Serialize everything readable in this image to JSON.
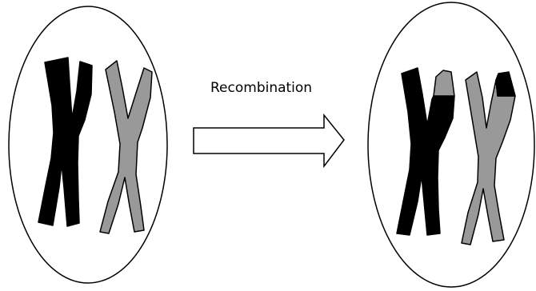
{
  "diagram": {
    "process_label": "Recombination",
    "before_cell": {
      "chromosomes": [
        {
          "name": "dark-chromosome",
          "color": "#000000"
        },
        {
          "name": "grey-chromosome",
          "color": "#999999"
        }
      ]
    },
    "after_cell": {
      "chromosomes": [
        {
          "name": "dark-chromosome-with-grey-tip",
          "color": "#000000",
          "swapped_color": "#999999"
        },
        {
          "name": "grey-chromosome-with-dark-tip",
          "color": "#999999",
          "swapped_color": "#000000"
        }
      ]
    },
    "colors": {
      "outline": "#000000",
      "background": "#ffffff",
      "dark": "#000000",
      "grey": "#999999"
    }
  }
}
